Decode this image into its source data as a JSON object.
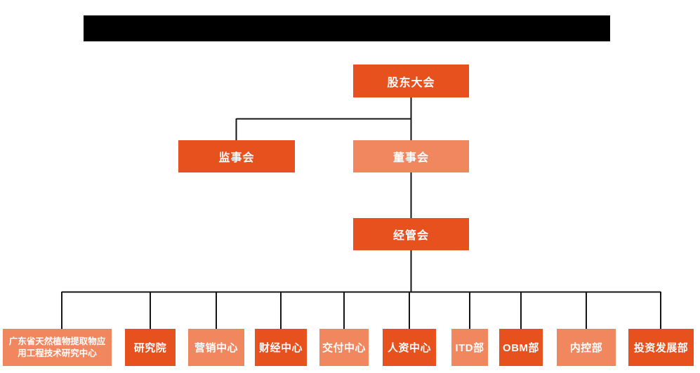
{
  "page": {
    "background_color": "#ffffff"
  },
  "redaction_bar": {
    "color": "#000000"
  },
  "colors": {
    "node_dark": "#E7511E",
    "node_light": "#F0875F",
    "connector_line": "#141414",
    "node_text": "#ffffff"
  },
  "org_chart": {
    "nodes": [
      {
        "id": "shareholders-meeting",
        "label": "股东大会",
        "variant": "dark"
      },
      {
        "id": "supervisory-board",
        "label": "监事会",
        "variant": "dark"
      },
      {
        "id": "board-of-directors",
        "label": "董事会",
        "variant": "light"
      },
      {
        "id": "management-committee",
        "label": "经管会",
        "variant": "dark"
      }
    ],
    "departments": [
      {
        "id": "gd-natural-plant-extract-research-center",
        "label": "广东省天然植物提取物应用工程技术研究中心",
        "variant": "light"
      },
      {
        "id": "research-institute",
        "label": "研究院",
        "variant": "dark"
      },
      {
        "id": "marketing-center",
        "label": "营销中心",
        "variant": "light"
      },
      {
        "id": "finance-center",
        "label": "财经中心",
        "variant": "dark"
      },
      {
        "id": "delivery-center",
        "label": "交付中心",
        "variant": "light"
      },
      {
        "id": "hr-center",
        "label": "人资中心",
        "variant": "dark"
      },
      {
        "id": "itd-department",
        "label": "ITD部",
        "variant": "light"
      },
      {
        "id": "obm-department",
        "label": "OBM部",
        "variant": "dark"
      },
      {
        "id": "internal-control-dept",
        "label": "内控部",
        "variant": "light"
      },
      {
        "id": "investment-development-dept",
        "label": "投资发展部",
        "variant": "dark"
      }
    ]
  }
}
